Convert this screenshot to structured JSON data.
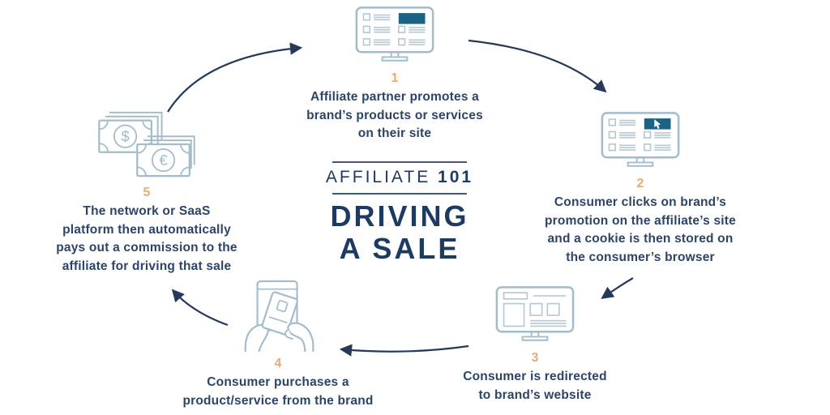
{
  "title": {
    "kicker_label": "AFFILIATE",
    "kicker_number": "101",
    "heading_line1": "DRIVING",
    "heading_line2": "A SALE"
  },
  "steps": [
    {
      "number": "1",
      "icon": "listing-monitor-icon",
      "lines": [
        "Affiliate partner promotes a",
        "brand’s products or services",
        "on their site"
      ]
    },
    {
      "number": "2",
      "icon": "cursor-click-monitor-icon",
      "lines": [
        "Consumer clicks on brand’s",
        "promotion on the affiliate’s site",
        "and a cookie is then stored on",
        "the consumer’s browser"
      ]
    },
    {
      "number": "3",
      "icon": "brand-website-monitor-icon",
      "lines": [
        "Consumer is redirected",
        "to brand’s website"
      ]
    },
    {
      "number": "4",
      "icon": "hand-credit-card-icon",
      "lines": [
        "Consumer purchases a",
        "product/service from the brand"
      ]
    },
    {
      "number": "5",
      "icon": "banknotes-icon",
      "lines": [
        "The network or SaaS",
        "platform then automatically",
        "pays out a commission to the",
        "affiliate for driving that sale"
      ]
    }
  ],
  "icon_glyphs": {
    "dollar": "$",
    "euro": "€"
  },
  "colors": {
    "body_text_navy": "#2c4467",
    "title_navy": "#1d3a63",
    "step_number_orange": "#ecaa70",
    "icon_outline_blue": "#a3bccb",
    "teal_fill": "#1b6384",
    "arrow_navy": "#26395a",
    "background": "#ffffff"
  }
}
